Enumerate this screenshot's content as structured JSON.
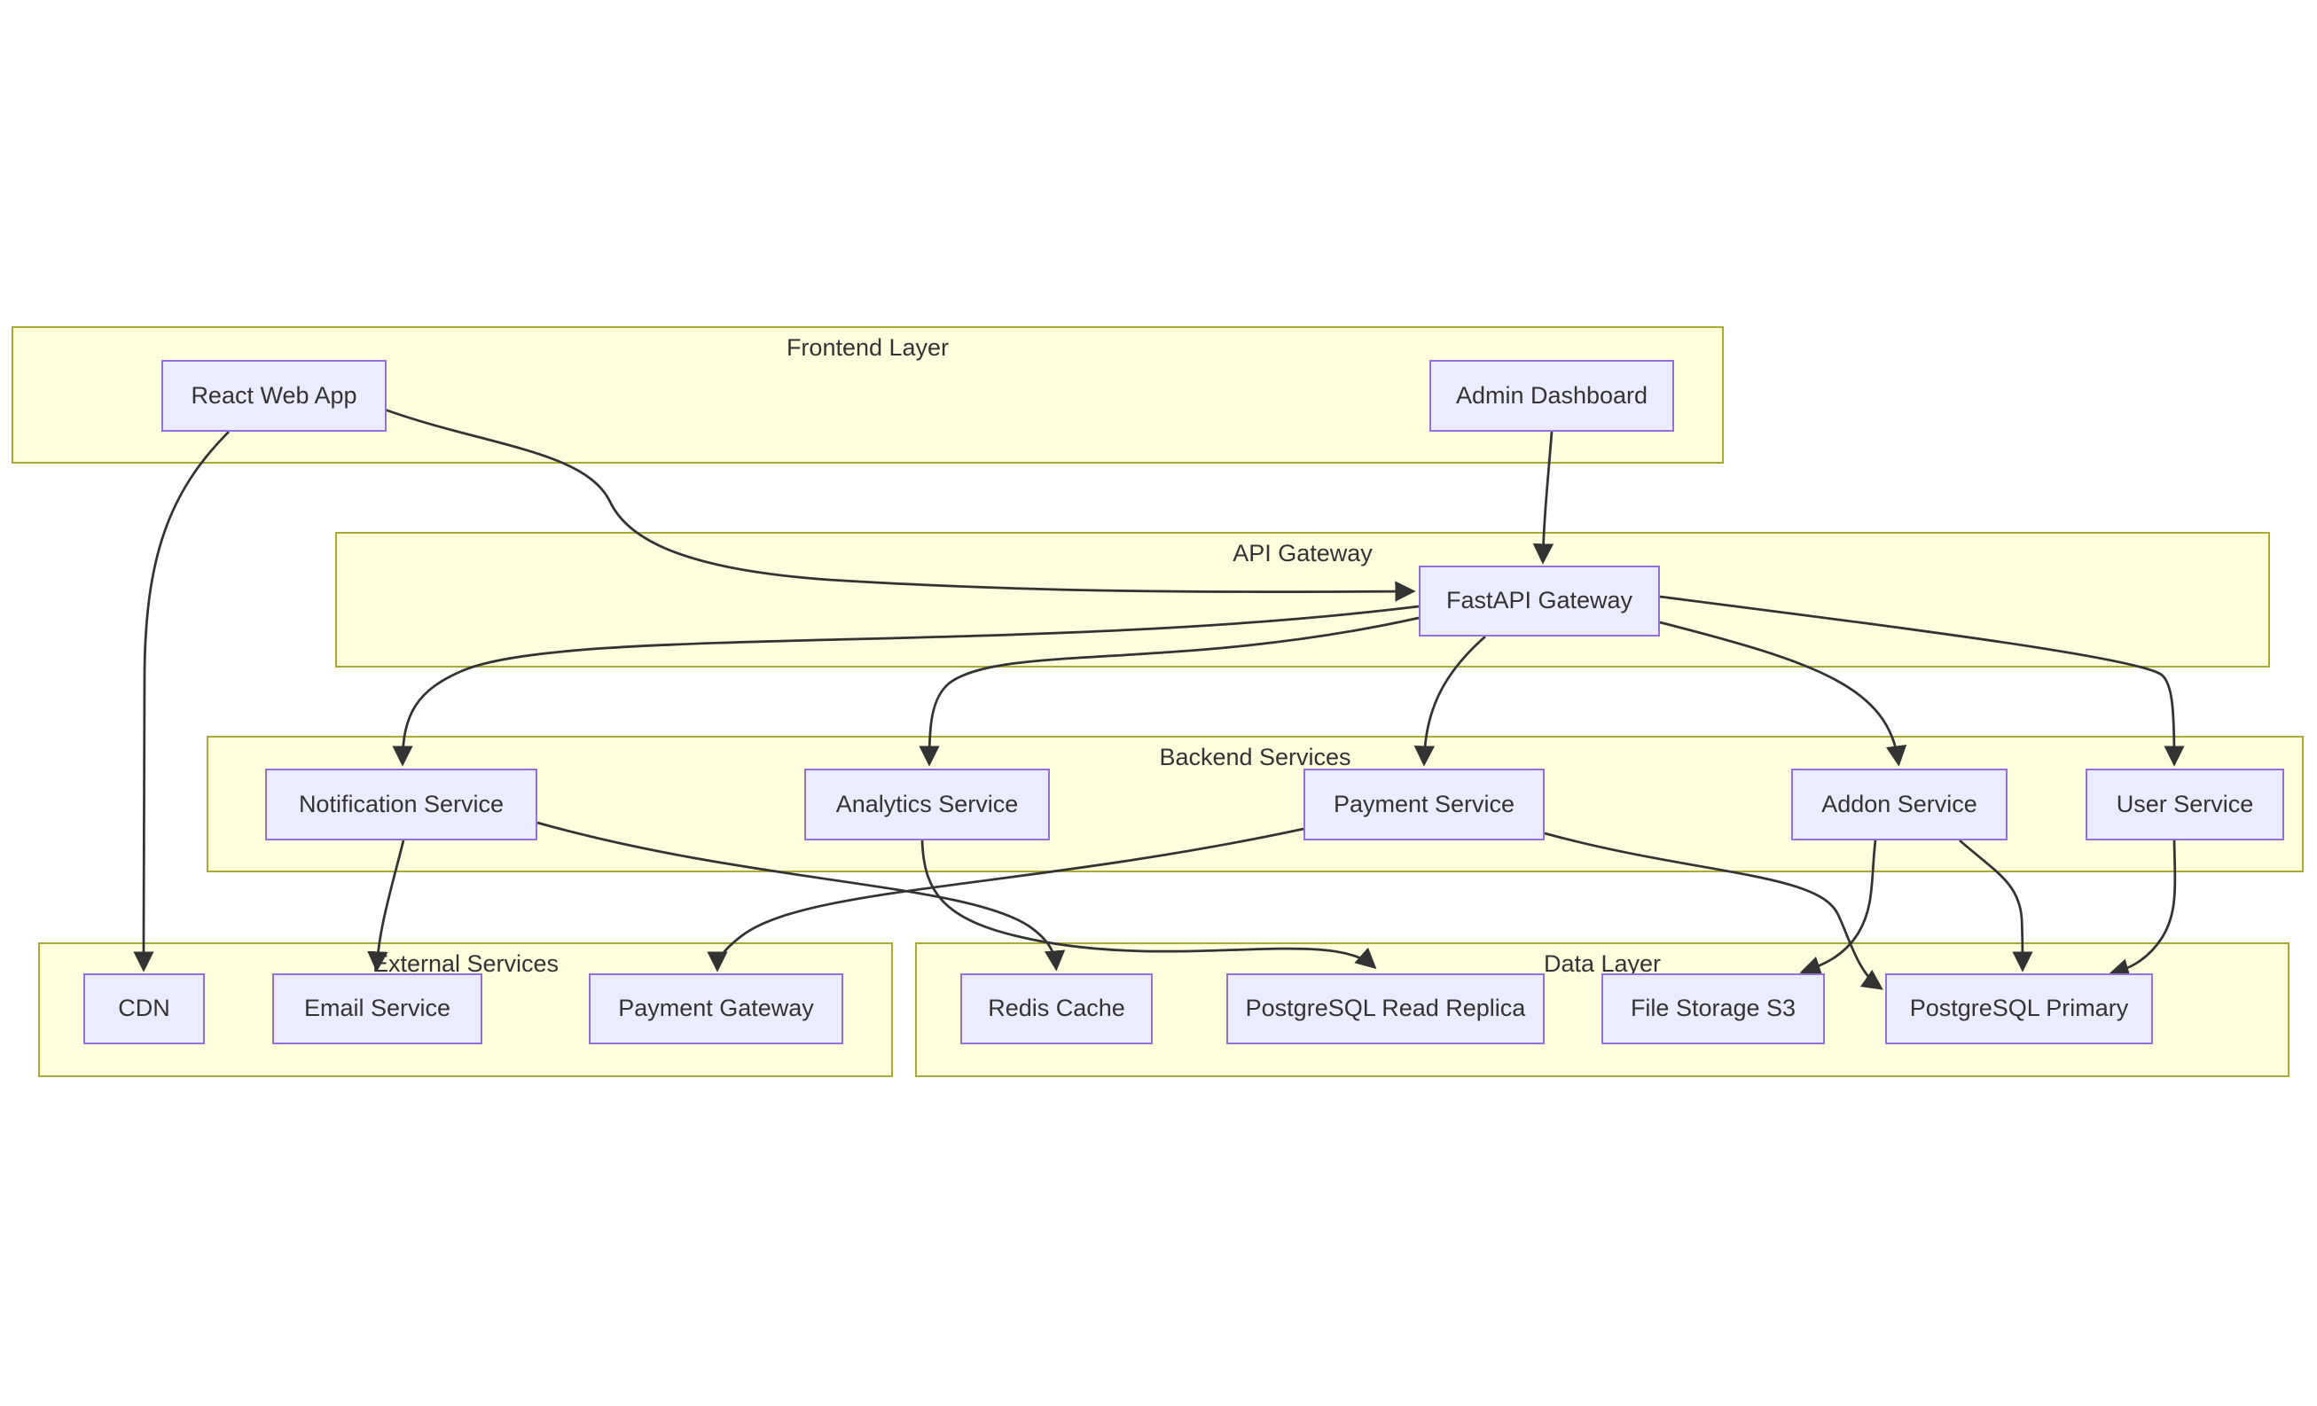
{
  "diagram": {
    "clusters": [
      {
        "id": "frontend-layer",
        "label": "Frontend Layer"
      },
      {
        "id": "api-gateway",
        "label": "API Gateway"
      },
      {
        "id": "backend-services",
        "label": "Backend Services"
      },
      {
        "id": "external-services",
        "label": "External Services"
      },
      {
        "id": "data-layer",
        "label": "Data Layer"
      }
    ],
    "nodes": [
      {
        "id": "react-web-app",
        "label": "React Web App",
        "cluster": "frontend-layer"
      },
      {
        "id": "admin-dashboard",
        "label": "Admin Dashboard",
        "cluster": "frontend-layer"
      },
      {
        "id": "fastapi-gateway",
        "label": "FastAPI Gateway",
        "cluster": "api-gateway"
      },
      {
        "id": "notification-service",
        "label": "Notification Service",
        "cluster": "backend-services"
      },
      {
        "id": "analytics-service",
        "label": "Analytics Service",
        "cluster": "backend-services"
      },
      {
        "id": "payment-service",
        "label": "Payment Service",
        "cluster": "backend-services"
      },
      {
        "id": "addon-service",
        "label": "Addon Service",
        "cluster": "backend-services"
      },
      {
        "id": "user-service",
        "label": "User Service",
        "cluster": "backend-services"
      },
      {
        "id": "cdn",
        "label": "CDN",
        "cluster": "external-services"
      },
      {
        "id": "email-service",
        "label": "Email Service",
        "cluster": "external-services"
      },
      {
        "id": "payment-gateway",
        "label": "Payment Gateway",
        "cluster": "external-services"
      },
      {
        "id": "redis-cache",
        "label": "Redis Cache",
        "cluster": "data-layer"
      },
      {
        "id": "postgresql-read-replica",
        "label": "PostgreSQL Read Replica",
        "cluster": "data-layer"
      },
      {
        "id": "file-storage-s3",
        "label": "File Storage S3",
        "cluster": "data-layer"
      },
      {
        "id": "postgresql-primary",
        "label": "PostgreSQL Primary",
        "cluster": "data-layer"
      }
    ],
    "edges": [
      {
        "from": "react-web-app",
        "to": "cdn"
      },
      {
        "from": "react-web-app",
        "to": "fastapi-gateway"
      },
      {
        "from": "admin-dashboard",
        "to": "fastapi-gateway"
      },
      {
        "from": "fastapi-gateway",
        "to": "notification-service"
      },
      {
        "from": "fastapi-gateway",
        "to": "analytics-service"
      },
      {
        "from": "fastapi-gateway",
        "to": "payment-service"
      },
      {
        "from": "fastapi-gateway",
        "to": "addon-service"
      },
      {
        "from": "fastapi-gateway",
        "to": "user-service"
      },
      {
        "from": "notification-service",
        "to": "email-service"
      },
      {
        "from": "notification-service",
        "to": "redis-cache"
      },
      {
        "from": "analytics-service",
        "to": "postgresql-read-replica"
      },
      {
        "from": "payment-service",
        "to": "payment-gateway"
      },
      {
        "from": "payment-service",
        "to": "postgresql-primary"
      },
      {
        "from": "addon-service",
        "to": "file-storage-s3"
      },
      {
        "from": "addon-service",
        "to": "postgresql-primary"
      },
      {
        "from": "user-service",
        "to": "postgresql-primary"
      }
    ]
  },
  "colors": {
    "bg": "#ffffff",
    "cluster-fill": "#ffffde",
    "cluster-border": "#aaaa33",
    "node-fill": "#ececff",
    "node-border": "#9370db",
    "edge": "#333333",
    "text": "#333333"
  }
}
